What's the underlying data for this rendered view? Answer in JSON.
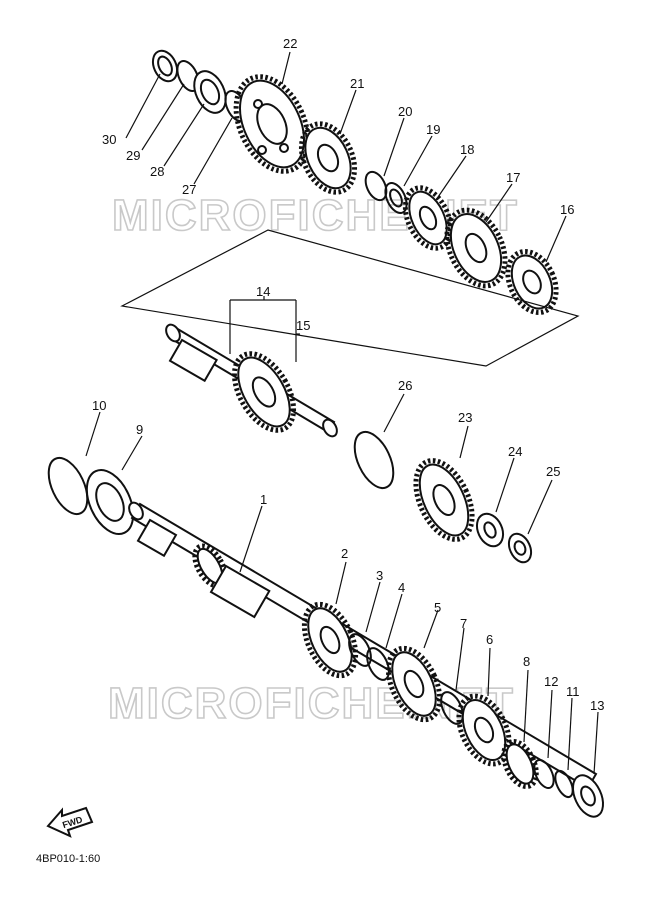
{
  "diagram_code": "4BP010-1:60",
  "watermark": "MICROFICHE.NET",
  "front_arrow_label": "FWD",
  "callouts": {
    "n1": "1",
    "n2": "2",
    "n3": "3",
    "n4": "4",
    "n5": "5",
    "n6": "6",
    "n7": "7",
    "n8": "8",
    "n9": "9",
    "n10": "10",
    "n11": "11",
    "n12": "12",
    "n13": "13",
    "n14": "14",
    "n15": "15",
    "n16": "16",
    "n17": "17",
    "n18": "18",
    "n19": "19",
    "n20": "20",
    "n21": "21",
    "n22": "22",
    "n23": "23",
    "n24": "24",
    "n25": "25",
    "n26": "26",
    "n27": "27",
    "n28": "28",
    "n29": "29",
    "n30": "30"
  }
}
